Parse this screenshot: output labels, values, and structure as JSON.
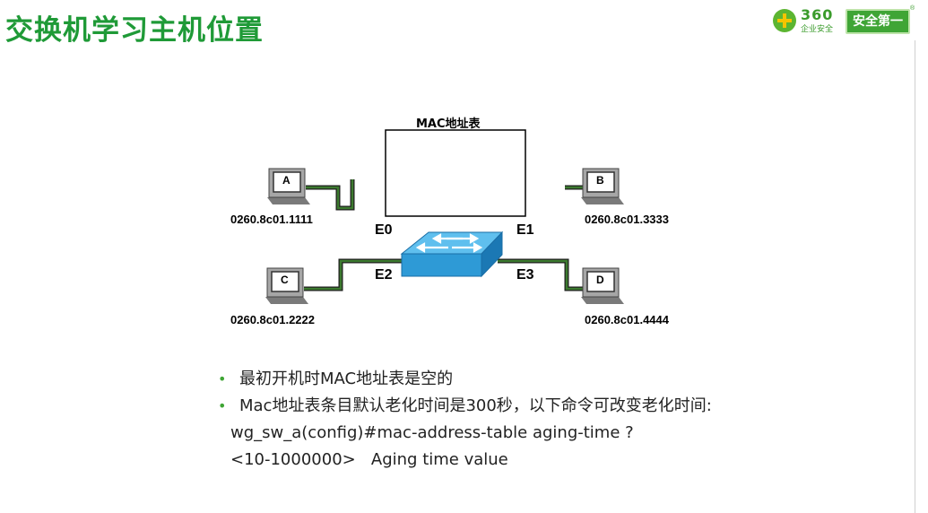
{
  "title": "交换机学习主机位置",
  "logo": {
    "number": "360",
    "subtitle": "企业安全",
    "badge": "安全第一",
    "reg": "®"
  },
  "diagram": {
    "table_title": "MAC地址表",
    "hosts": [
      {
        "id": "A",
        "mac": "0260.8c01.1111"
      },
      {
        "id": "B",
        "mac": "0260.8c01.3333"
      },
      {
        "id": "C",
        "mac": "0260.8c01.2222"
      },
      {
        "id": "D",
        "mac": "0260.8c01.4444"
      }
    ],
    "ports": [
      "E0",
      "E1",
      "E2",
      "E3"
    ]
  },
  "bullets": [
    "最初开机时MAC地址表是空的",
    "Mac地址表条目默认老化时间是300秒，以下命令可改变老化时间:"
  ],
  "commands": [
    "wg_sw_a(config)#mac-address-table aging-time ?",
    "<10-1000000>   Aging time value"
  ],
  "colors": {
    "accent": "#1f9a37",
    "link": "#3c6e2c",
    "switch": "#2e9ad6"
  }
}
